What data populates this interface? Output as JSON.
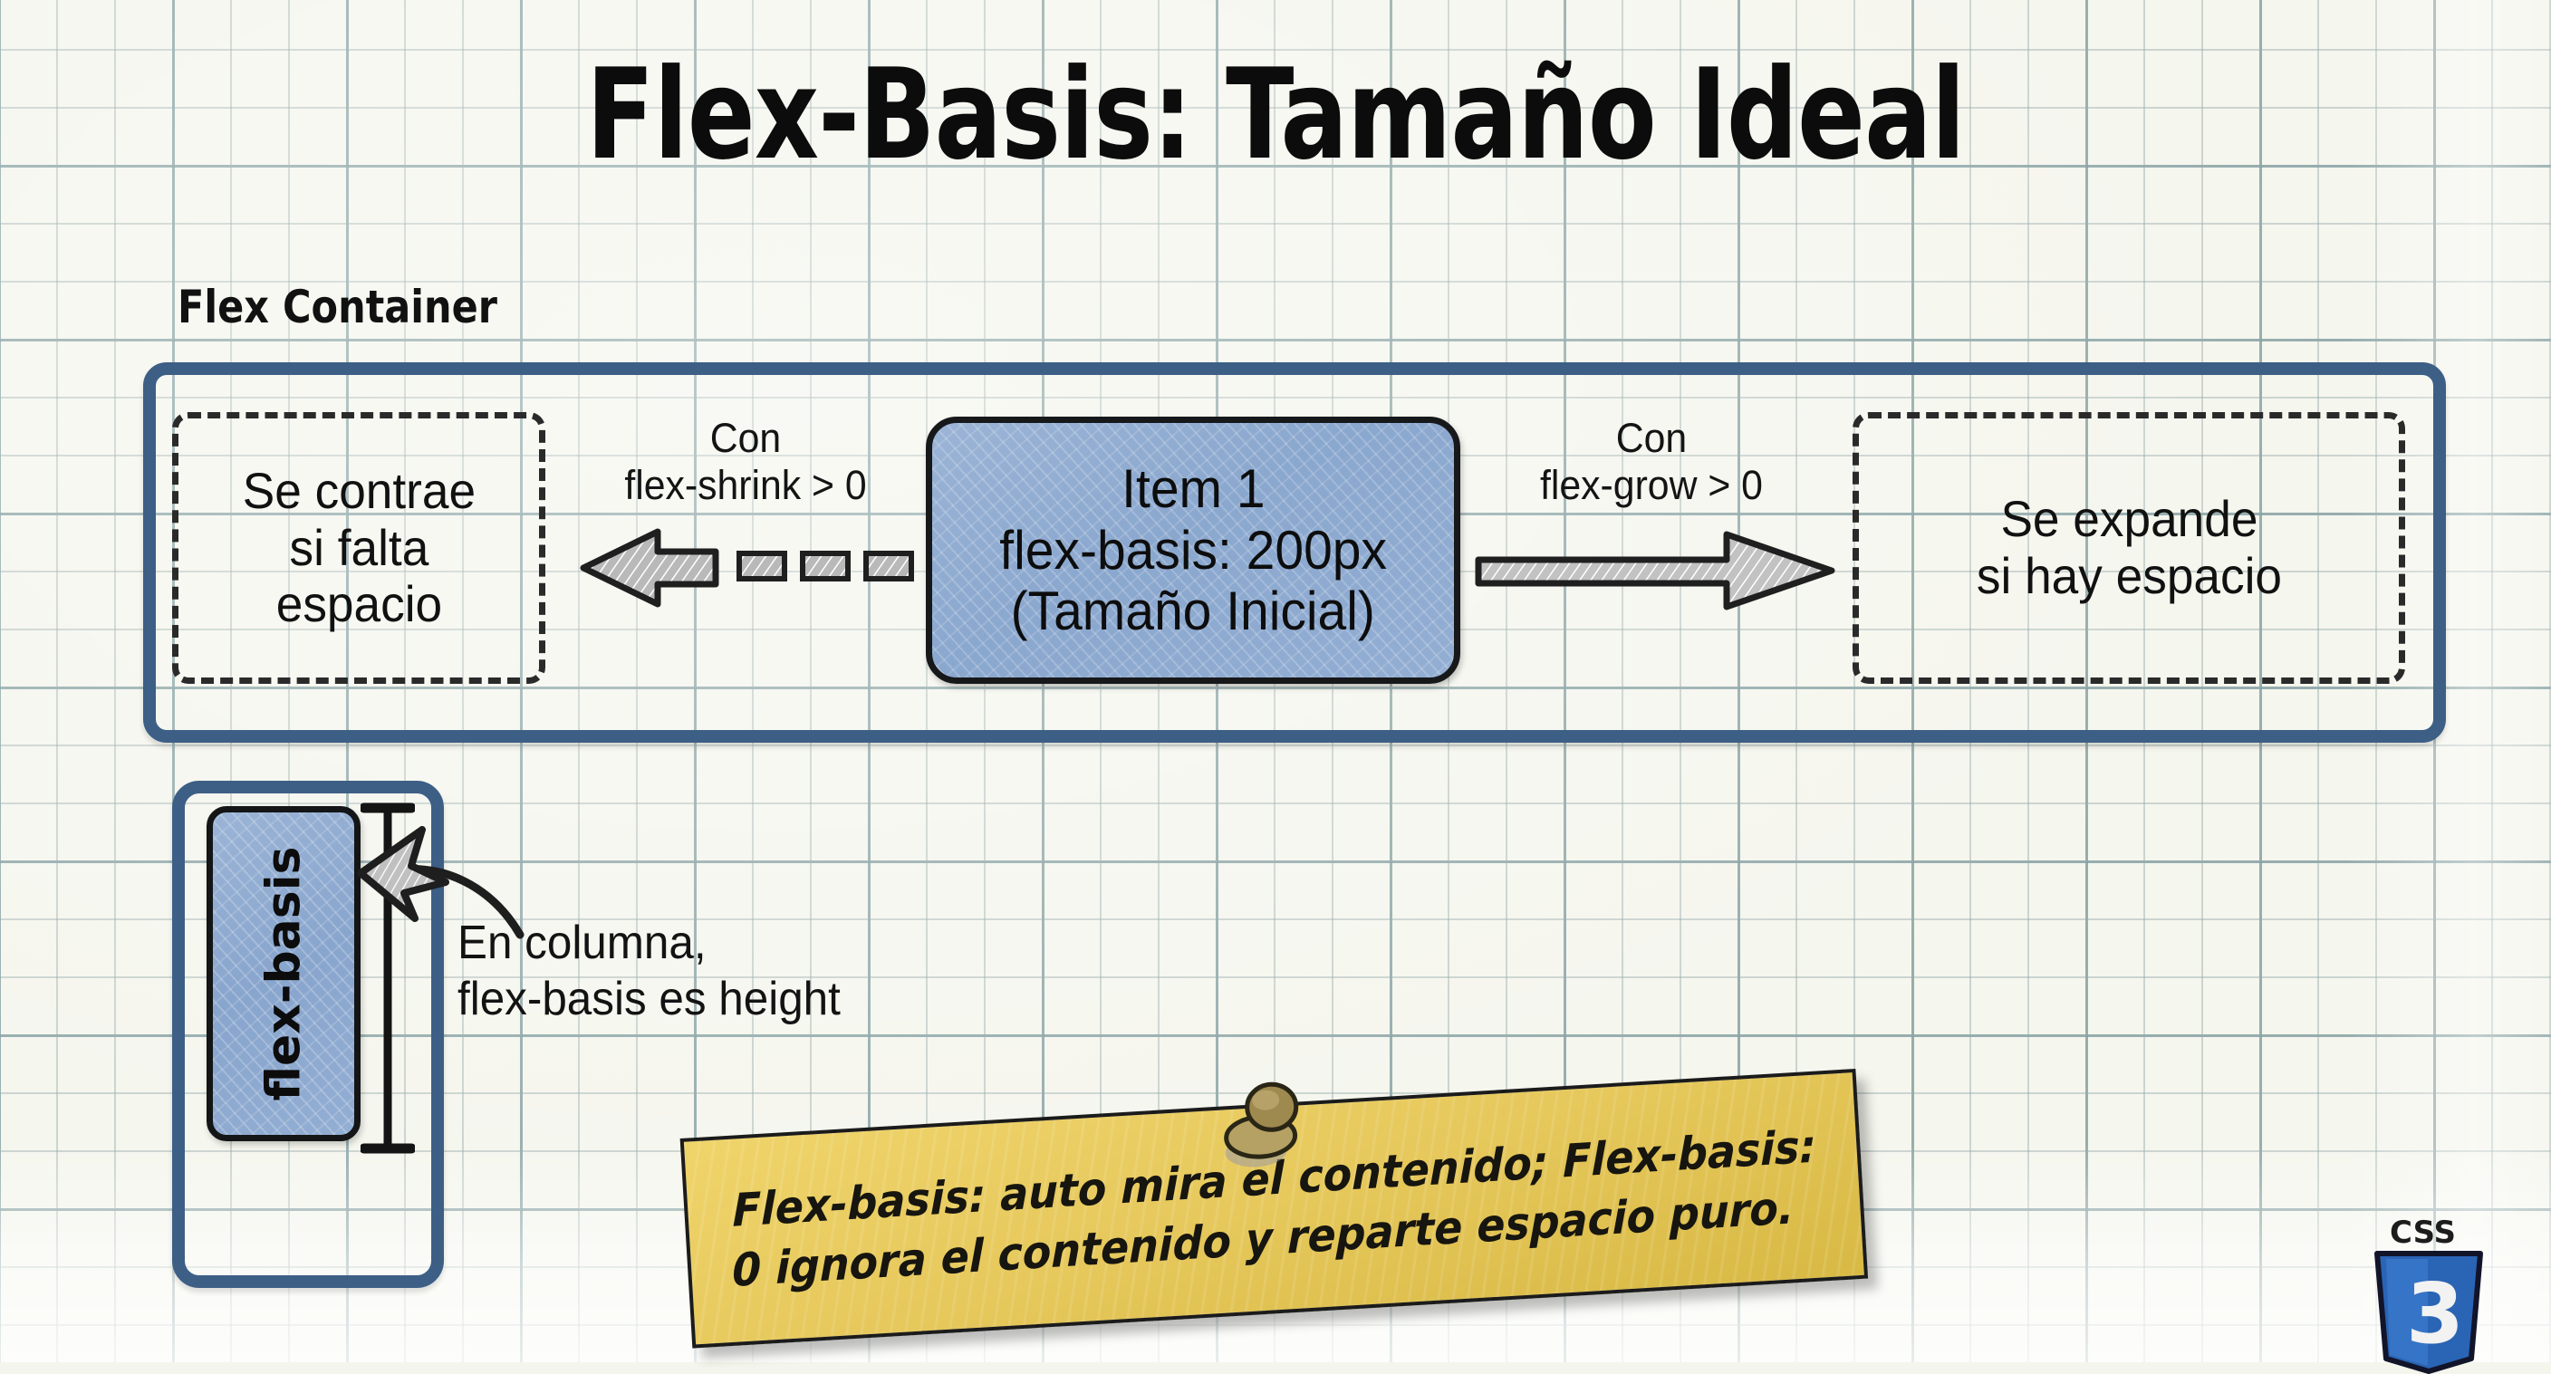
{
  "page": {
    "title": "Flex-Basis: Tamaño Ideal",
    "background": "#f5f6ee",
    "grid_color": "#7896a0"
  },
  "flex_container": {
    "label": "Flex Container",
    "border_color": "#3d5f86",
    "ghost_left": {
      "line1": "Se contrae",
      "line2": "si falta",
      "line3": "espacio"
    },
    "ghost_right": {
      "line1": "Se expande",
      "line2": "si hay espacio"
    },
    "item": {
      "line1": "Item 1",
      "line2": "flex-basis: 200px",
      "line3": "(Tamaño Inicial)",
      "fill_color": "#8fabd0",
      "stroke_color": "#17181a"
    },
    "shrink_caption": {
      "line1": "Con",
      "line2": "flex-shrink > 0"
    },
    "grow_caption": {
      "line1": "Con",
      "line2": "flex-grow > 0"
    },
    "shrink_arrow_style": "dashed-left",
    "grow_arrow_style": "solid-right"
  },
  "column_demo": {
    "item_label": "flex-basis",
    "caption_line1": "En columna,",
    "caption_line2": "flex-basis es height"
  },
  "sticky_note": {
    "line1": "Flex-basis: auto mira el contenido; Flex-basis:",
    "line2": "0 ignora el contenido y reparte espacio puro.",
    "paper_color": "#e6c85c",
    "pin_color": "#9e8a4e"
  },
  "badge": {
    "wordmark": "CSS",
    "version": "3",
    "color": "#2a64b4"
  }
}
